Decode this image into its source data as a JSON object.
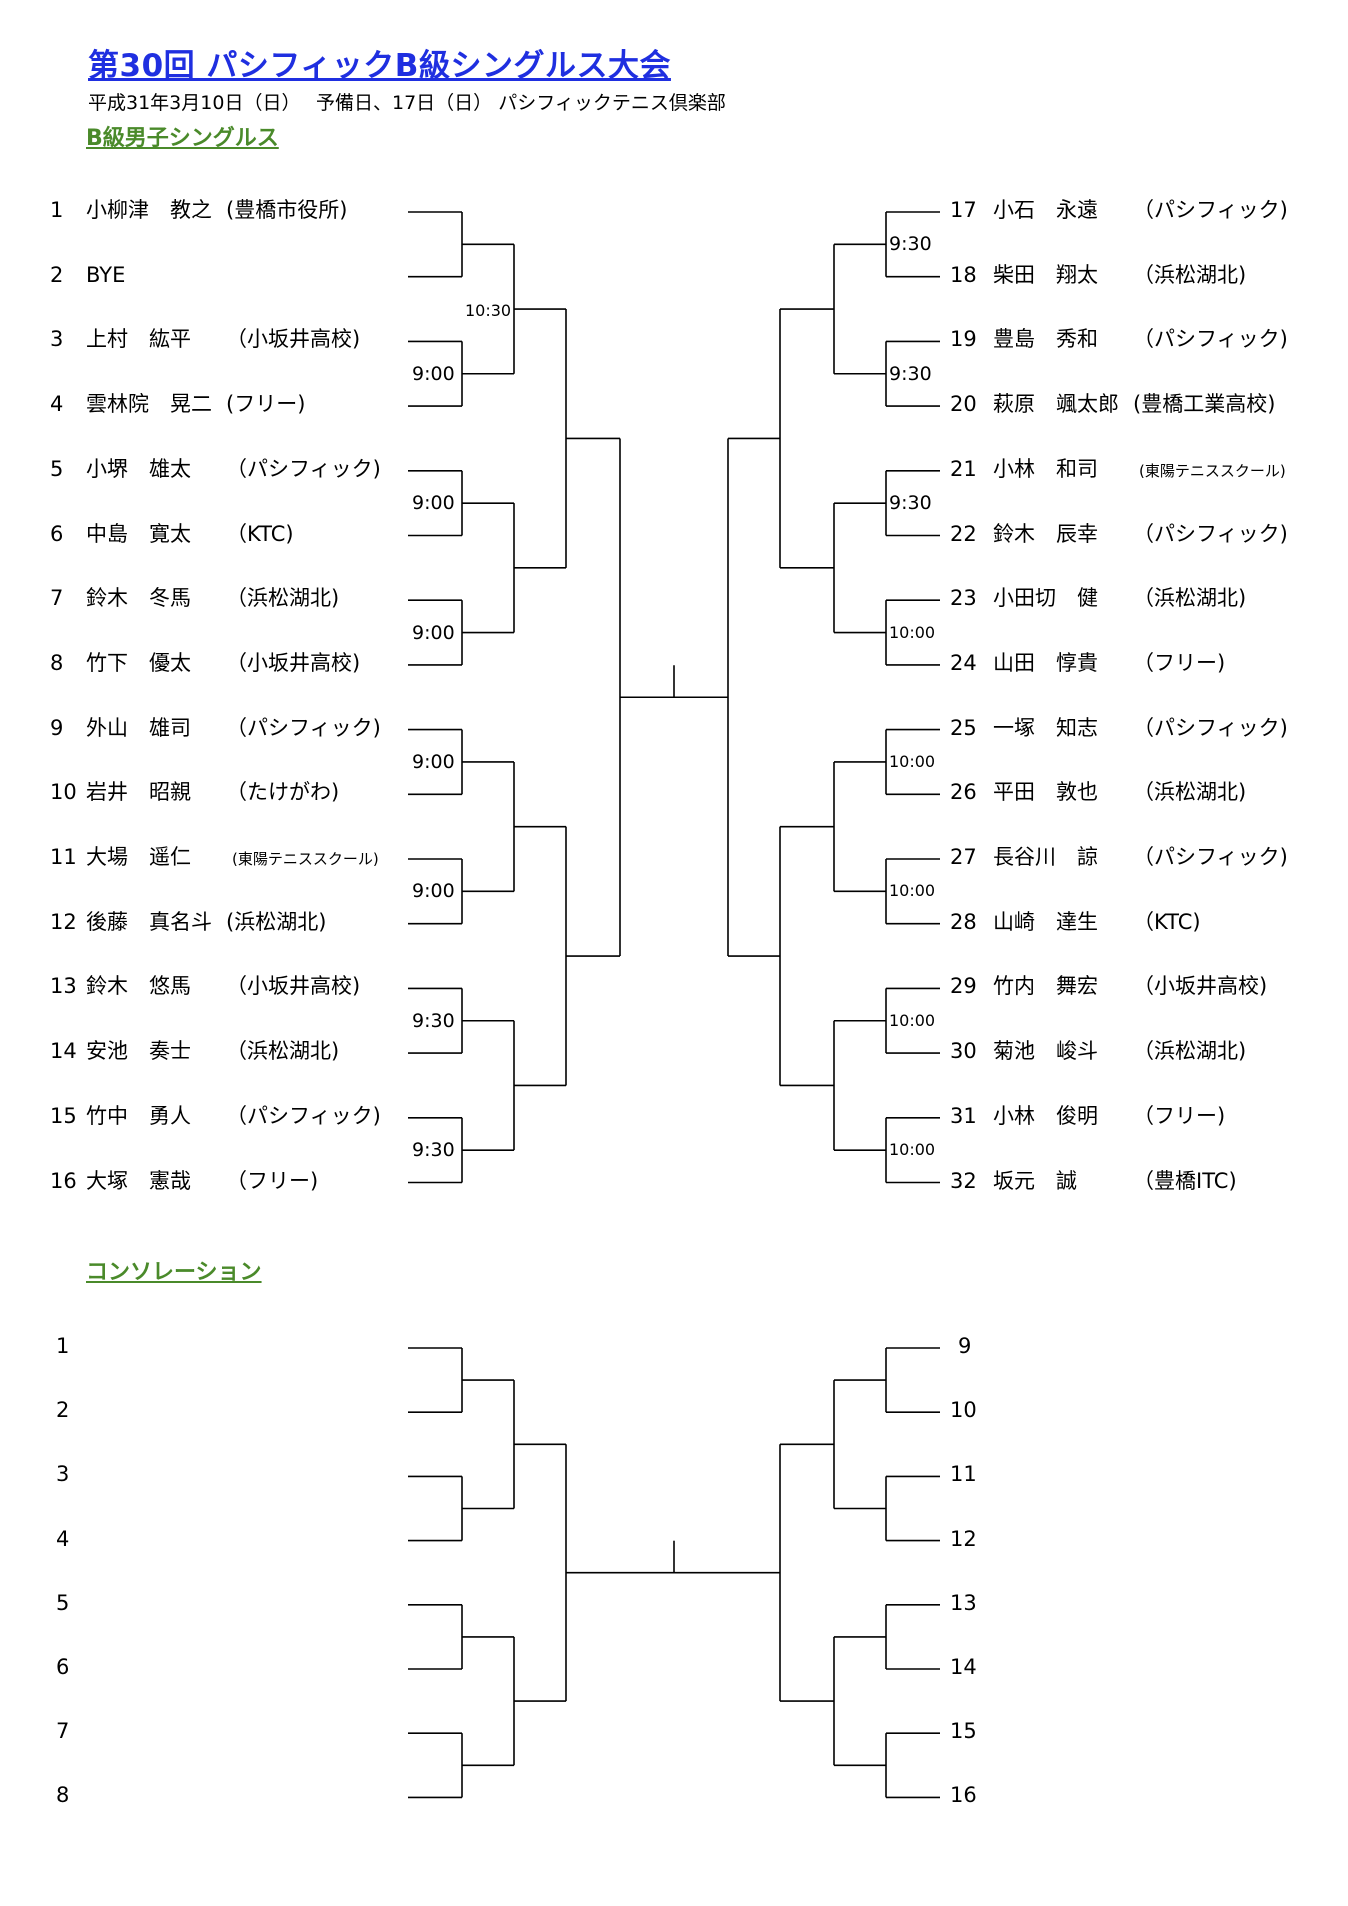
{
  "header": {
    "title": "第30回 パシフィックB級シングルス大会",
    "subtitle": "平成31年3月10日（日）　 予備日、17日（日） パシフィックテニス倶楽部"
  },
  "main_draw": {
    "label": "B級男子シングルス",
    "left": [
      {
        "no": "1",
        "name": "小柳津　教之",
        "club": "(豊橋市役所)"
      },
      {
        "no": "2",
        "name": "BYE",
        "club": ""
      },
      {
        "no": "3",
        "name": "上村　紘平",
        "club": "（小坂井高校)"
      },
      {
        "no": "4",
        "name": "雲林院　晃二",
        "club": "(フリー)"
      },
      {
        "no": "5",
        "name": "小堺　雄太",
        "club": "（パシフィック)"
      },
      {
        "no": "6",
        "name": "中島　寛太",
        "club": "（KTC)"
      },
      {
        "no": "7",
        "name": "鈴木　冬馬",
        "club": "（浜松湖北)"
      },
      {
        "no": "8",
        "name": "竹下　優太",
        "club": "（小坂井高校)"
      },
      {
        "no": "9",
        "name": "外山　雄司",
        "club": "（パシフィック)"
      },
      {
        "no": "10",
        "name": "岩井　昭親",
        "club": "（たけがわ)"
      },
      {
        "no": "11",
        "name": "大場　遥仁",
        "club": "(東陽テニススクール)"
      },
      {
        "no": "12",
        "name": "後藤　真名斗",
        "club": "(浜松湖北)"
      },
      {
        "no": "13",
        "name": "鈴木　悠馬",
        "club": "（小坂井高校)"
      },
      {
        "no": "14",
        "name": "安池　奏士",
        "club": "（浜松湖北)"
      },
      {
        "no": "15",
        "name": "竹中　勇人",
        "club": "（パシフィック)"
      },
      {
        "no": "16",
        "name": "大塚　憲哉",
        "club": "（フリー)"
      }
    ],
    "right": [
      {
        "no": "17",
        "name": "小石　永遠",
        "club": "（パシフィック)"
      },
      {
        "no": "18",
        "name": "柴田　翔太",
        "club": "（浜松湖北)"
      },
      {
        "no": "19",
        "name": "豊島　秀和",
        "club": "（パシフィック)"
      },
      {
        "no": "20",
        "name": "萩原　颯太郎",
        "club": "(豊橋工業高校)"
      },
      {
        "no": "21",
        "name": "小林　和司",
        "club": "(東陽テニススクール)"
      },
      {
        "no": "22",
        "name": "鈴木　辰幸",
        "club": "（パシフィック)"
      },
      {
        "no": "23",
        "name": "小田切　健",
        "club": "（浜松湖北)"
      },
      {
        "no": "24",
        "name": "山田　惇貴",
        "club": "（フリー)"
      },
      {
        "no": "25",
        "name": "一塚　知志",
        "club": "（パシフィック)"
      },
      {
        "no": "26",
        "name": "平田　敦也",
        "club": "（浜松湖北)"
      },
      {
        "no": "27",
        "name": "長谷川　諒",
        "club": "（パシフィック)"
      },
      {
        "no": "28",
        "name": "山崎　達生",
        "club": "（KTC)"
      },
      {
        "no": "29",
        "name": "竹内　舞宏",
        "club": "（小坂井高校)"
      },
      {
        "no": "30",
        "name": "菊池　峻斗",
        "club": "（浜松湖北)"
      },
      {
        "no": "31",
        "name": "小林　俊明",
        "club": "（フリー)"
      },
      {
        "no": "32",
        "name": "坂元　誠",
        "club": "（豊橋ITC)"
      }
    ],
    "left_times": [
      {
        "match": "1-2",
        "time": ""
      },
      {
        "match": "3-4",
        "time": "9:00"
      },
      {
        "match": "5-6",
        "time": "9:00"
      },
      {
        "match": "7-8",
        "time": "9:00"
      },
      {
        "match": "9-10",
        "time": "9:00"
      },
      {
        "match": "11-12",
        "time": "9:00"
      },
      {
        "match": "13-14",
        "time": "9:30"
      },
      {
        "match": "15-16",
        "time": "9:30"
      }
    ],
    "left_round2_time": "10:30",
    "right_times": [
      {
        "match": "17-18",
        "time": "9:30"
      },
      {
        "match": "19-20",
        "time": "9:30"
      },
      {
        "match": "21-22",
        "time": "9:30"
      },
      {
        "match": "23-24",
        "time": "10:00"
      },
      {
        "match": "25-26",
        "time": "10:00"
      },
      {
        "match": "27-28",
        "time": "10:00"
      },
      {
        "match": "29-30",
        "time": "10:00"
      },
      {
        "match": "31-32",
        "time": "10:00"
      }
    ]
  },
  "consolation": {
    "label": "コンソレーション",
    "left_numbers": [
      "1",
      "2",
      "3",
      "4",
      "5",
      "6",
      "7",
      "8"
    ],
    "right_numbers": [
      "9",
      "10",
      "11",
      "12",
      "13",
      "14",
      "15",
      "16"
    ]
  }
}
